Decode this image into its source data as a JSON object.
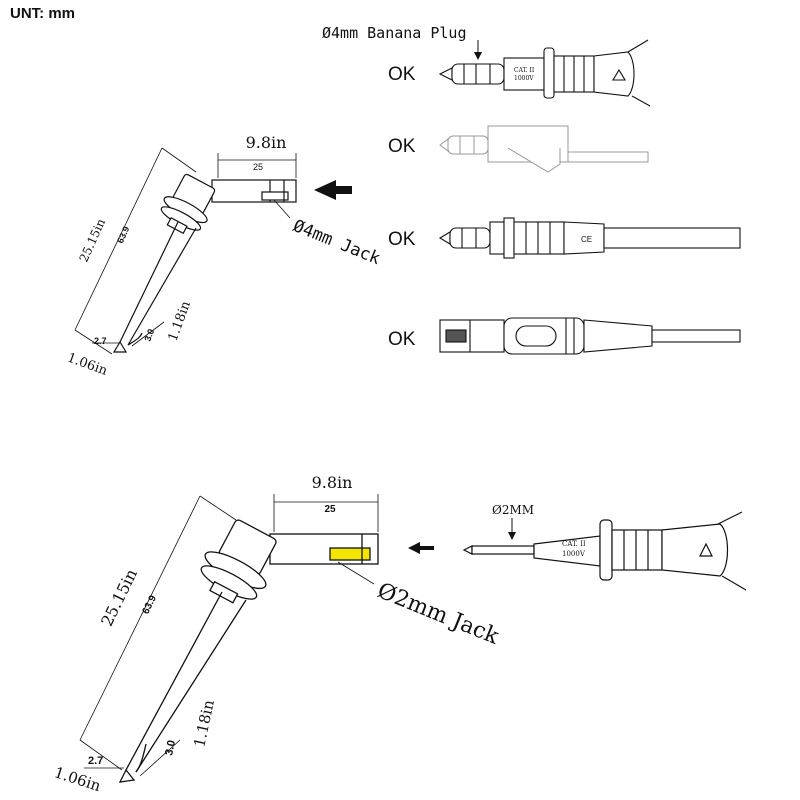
{
  "unit_label": "UNT:  mm",
  "top_section": {
    "width_in": "9.8in",
    "width_mm": "25",
    "length_in": "25.15in",
    "length_mm": "63.9",
    "tip_mm": "2.7",
    "tip_in": "1.06in",
    "hook_mm": "3.0",
    "hook_in": "1.18in",
    "jack_label": "Ø4mm Jack",
    "plug_label": "Ø4mm Banana Plug",
    "ok_labels": [
      "OK",
      "OK",
      "OK",
      "OK"
    ],
    "plug_cat": "CAT. II",
    "plug_voltage": "1000V",
    "ce_mark": "CE"
  },
  "bottom_section": {
    "width_in": "9.8in",
    "width_mm": "25",
    "length_in": "25.15in",
    "length_mm": "63.9",
    "tip_mm": "2.7",
    "tip_in": "1.06in",
    "hook_mm": "3.0",
    "hook_in": "1.18in",
    "jack_label": "Ø2mm Jack",
    "pin_label": "Ø2MM",
    "plug_cat": "CAT. II",
    "plug_voltage": "1000V"
  },
  "colors": {
    "line": "#111111",
    "highlight": "#f2e600",
    "background": "#ffffff"
  }
}
